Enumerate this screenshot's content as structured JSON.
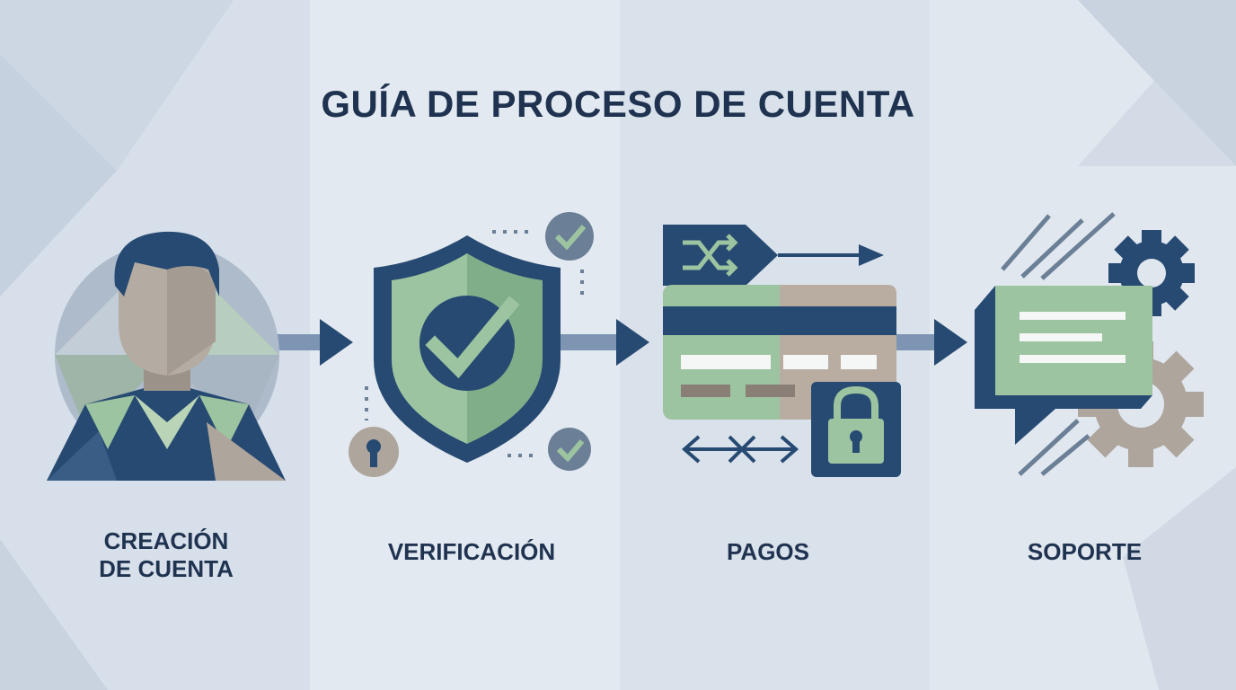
{
  "title": "GUÍA DE PROCESO DE CUENTA",
  "steps": [
    {
      "id": "creacion",
      "label_line1": "CREACIÓN",
      "label_line2": "DE CUENTA",
      "icon": "user-avatar-icon"
    },
    {
      "id": "verificacion",
      "label_line1": "VERIFICACIÓN",
      "icon": "shield-check-icon"
    },
    {
      "id": "pagos",
      "label_line1": "PAGOS",
      "icon": "credit-card-lock-icon"
    },
    {
      "id": "soporte",
      "label_line1": "SOPORTE",
      "icon": "chat-gear-icon"
    }
  ],
  "colors": {
    "navy": "#274a72",
    "dark_navy": "#1f3350",
    "green": "#9dc4a0",
    "taupe": "#aea59c",
    "background": "#dde5ee"
  }
}
